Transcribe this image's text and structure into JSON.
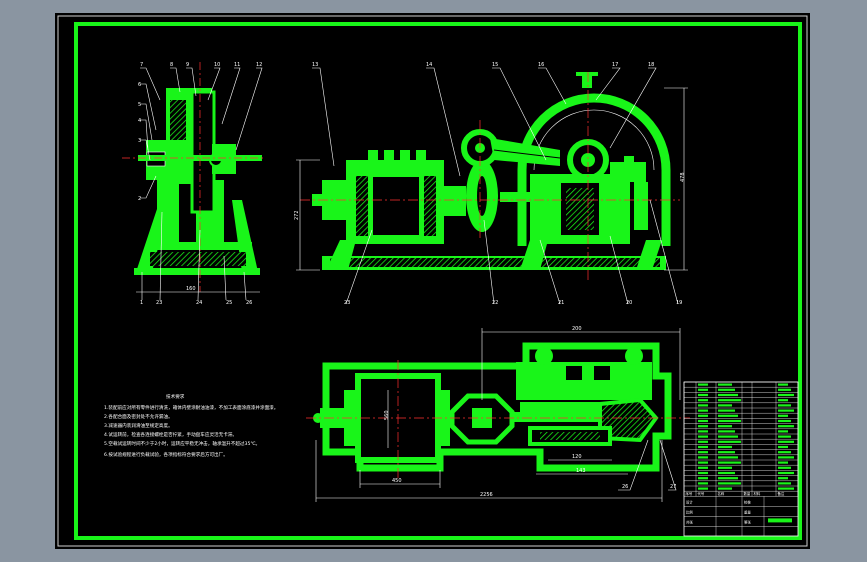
{
  "colors": {
    "window_bg": "#8a95a1",
    "sheet": "#000000",
    "part_fill": "#19f519",
    "border": "#19f519",
    "line": "#ffffff",
    "center_line": "#ff3030",
    "hatch": "#3a3a3a"
  },
  "side_view": {
    "balloons": [
      "7",
      "8",
      "9",
      "10",
      "11",
      "12",
      "6",
      "5",
      "4",
      "3",
      "2",
      "1",
      "23",
      "24",
      "25",
      "26"
    ],
    "base_width": "160"
  },
  "front_view": {
    "balloons": [
      "13",
      "14",
      "15",
      "16",
      "17",
      "18",
      "19",
      "20",
      "21",
      "22",
      "23"
    ],
    "height_dim": "272",
    "right_dim": "478"
  },
  "top_view": {
    "dims": [
      "200",
      "560",
      "450",
      "120",
      "143",
      "2256"
    ],
    "balloons": [
      "26",
      "27"
    ]
  },
  "tech_notes": {
    "title": "技术要求",
    "lines": [
      "1.装配前应对所有零件进行清洗，箱体内壁涂耐油油漆，不加工表面涂底漆并涂面漆。",
      "2.各配合面及密封处不允许漏油。",
      "3.减速器内装润滑油至规定高度。",
      "4.试运转前，检查各连接螺栓是否拧紧，手动盘车应灵活无卡滞。",
      "5.空载试运转时间不少于2小时，运转应平稳无冲击，轴承温升不超过35℃。",
      "6.按试验规程进行负载试验，各项指标符合要求后方可出厂。"
    ]
  },
  "title_block": {
    "parts_header": [
      "序号",
      "代号",
      "名称",
      "数量",
      "材料",
      "备注"
    ],
    "part_rows": 21,
    "footer": [
      "设计",
      "校核",
      "比例",
      "重量",
      "共张",
      "第张"
    ]
  }
}
